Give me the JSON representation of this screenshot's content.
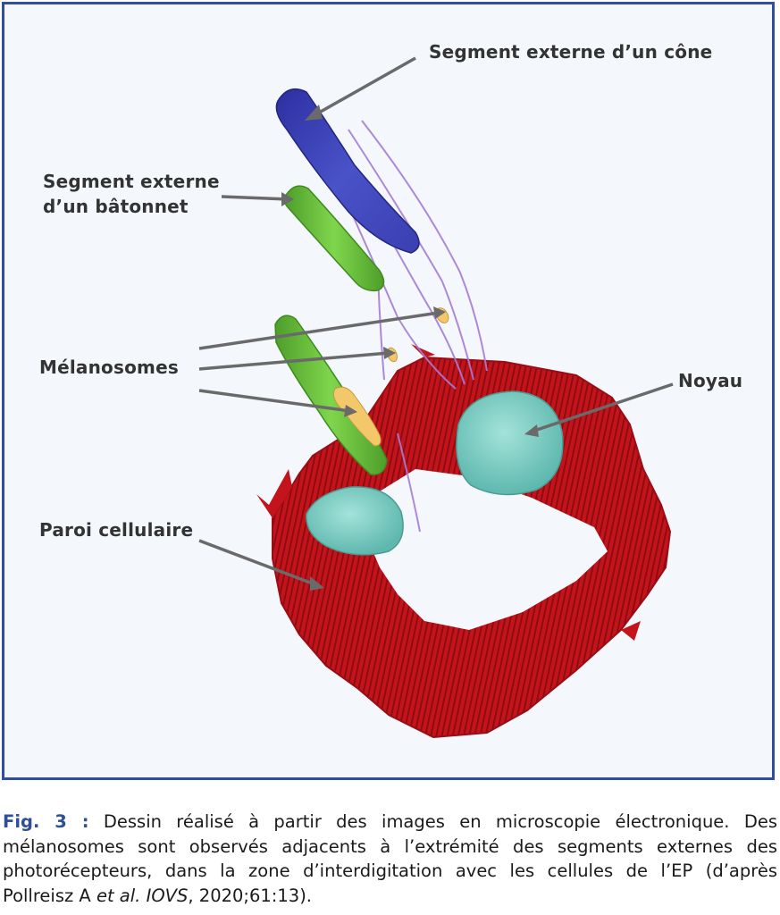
{
  "figure": {
    "labels": {
      "cone_outer_segment": "Segment externe d’un cône",
      "rod_outer_segment_line1": "Segment externe",
      "rod_outer_segment_line2": "d’un bâtonnet",
      "melanosomes": "Mélanosomes",
      "nucleus": "Noyau",
      "cell_wall": "Paroi cellulaire"
    },
    "colors": {
      "frame_border": "#2f4f9a",
      "cone": "#3a3fb0",
      "rod": "#6cc23f",
      "melanosome": "#f2c86b",
      "wall": "#c3141c",
      "nucleus": "#7ecfc6",
      "process": "#a67cd6",
      "leader_line": "#6a6a6a"
    }
  },
  "caption": {
    "fig_ref": "Fig. 3 :",
    "text_1": " Dessin réalisé à partir des images en microscopie électronique. Des mélanosomes sont observés adjacents à l’extrémité des segments externes des photorécepteurs, dans la zone d’interdigitation avec les cellules de l’EP (d’après Pollreisz A ",
    "italic_1": "et al. IOVS",
    "text_2": ", 2020;61:13)."
  }
}
